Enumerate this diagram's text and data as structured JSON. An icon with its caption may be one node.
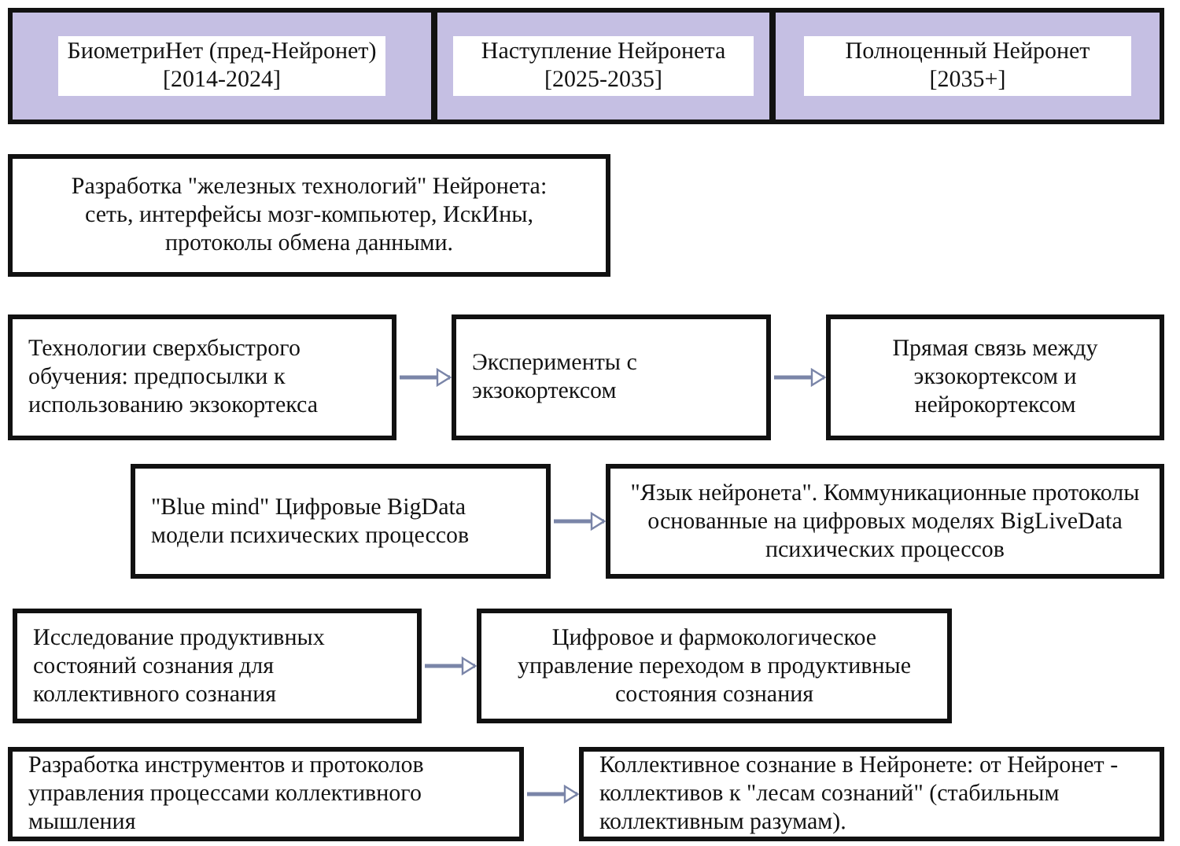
{
  "diagram": {
    "nodes": [
      {
        "text": [
          "БиометриНет (пред-Нейронет) [2014-2024]"
        ]
      },
      {
        "text": [
          "Наступление Нейронета [2025-2035]"
        ]
      },
      {
        "text": [
          "Полноценный Нейронет [2035+]"
        ]
      },
      {
        "text": [
          "Разработка \"железных технологий\" Нейронета: сеть, интерфейсы мозг-компьютер, ИскИны, протоколы обмена данными."
        ]
      },
      {
        "text": [
          "Технологии сверхбыстрого обучения: предпосылки к использованию экзокортекса"
        ]
      },
      {
        "text": [
          "Эксперименты с экзокортексом"
        ]
      },
      {
        "text": [
          "Прямая связь между экзокортексом и нейрокортексом"
        ]
      },
      {
        "text": [
          "\"Blue mind\" Цифровые BigData модели психических процессов"
        ]
      },
      {
        "text": [
          "\"Язык нейронета\". Коммуникационные протоколы основанные на цифровых моделях BigLiveData психических процессов"
        ]
      },
      {
        "text": [
          "Исследование продуктивных состояний сознания для коллективного сознания"
        ]
      },
      {
        "text": [
          "Цифровое и фармокологическое управление переходом в продуктивные состояния сознания"
        ]
      },
      {
        "text": [
          "Разработка инструментов и протоколов управления процессами коллективного мышления"
        ]
      },
      {
        "text": [
          "Коллективное сознание в Нейронете: от Нейронет - коллективов к \"лесам сознаний\" (стабильным коллективным разумам)."
        ]
      }
    ],
    "edges": [
      {
        "from": 4,
        "to": 5,
        "arrow": "to"
      },
      {
        "from": 5,
        "to": 6,
        "arrow": "to"
      },
      {
        "from": 7,
        "to": 8,
        "arrow": "to"
      },
      {
        "from": 9,
        "to": 10,
        "arrow": "to"
      },
      {
        "from": 11,
        "to": 12,
        "arrow": "to"
      }
    ]
  }
}
